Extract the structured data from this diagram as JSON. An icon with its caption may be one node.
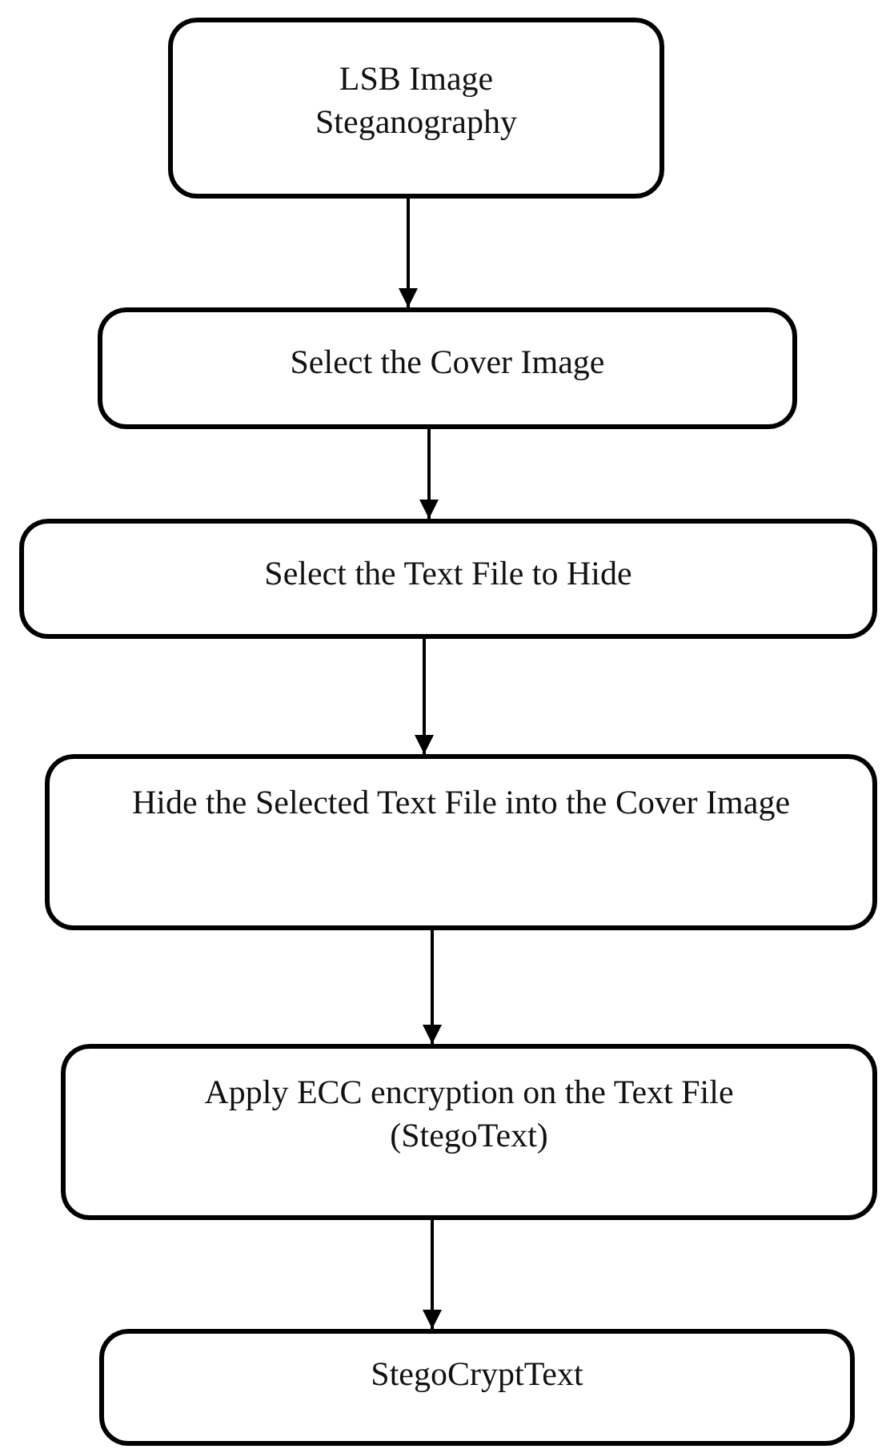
{
  "diagram": {
    "nodes": [
      {
        "text": [
          "LSB Image Steganography"
        ]
      },
      {
        "text": [
          "Select the Cover Image"
        ]
      },
      {
        "text": [
          "Select the Text File to Hide"
        ]
      },
      {
        "text": [
          "Hide the Selected Text File into the Cover Image"
        ]
      },
      {
        "text": [
          "Apply ECC encryption on the Text File (StegoText)"
        ]
      },
      {
        "text": [
          "StegoCryptText"
        ]
      }
    ],
    "edges": [
      {
        "from": 0,
        "to": 1,
        "arrow": "to"
      },
      {
        "from": 1,
        "to": 2,
        "arrow": "to"
      },
      {
        "from": 2,
        "to": 3,
        "arrow": "to"
      },
      {
        "from": 3,
        "to": 4,
        "arrow": "to"
      },
      {
        "from": 4,
        "to": 5,
        "arrow": "to"
      }
    ]
  }
}
